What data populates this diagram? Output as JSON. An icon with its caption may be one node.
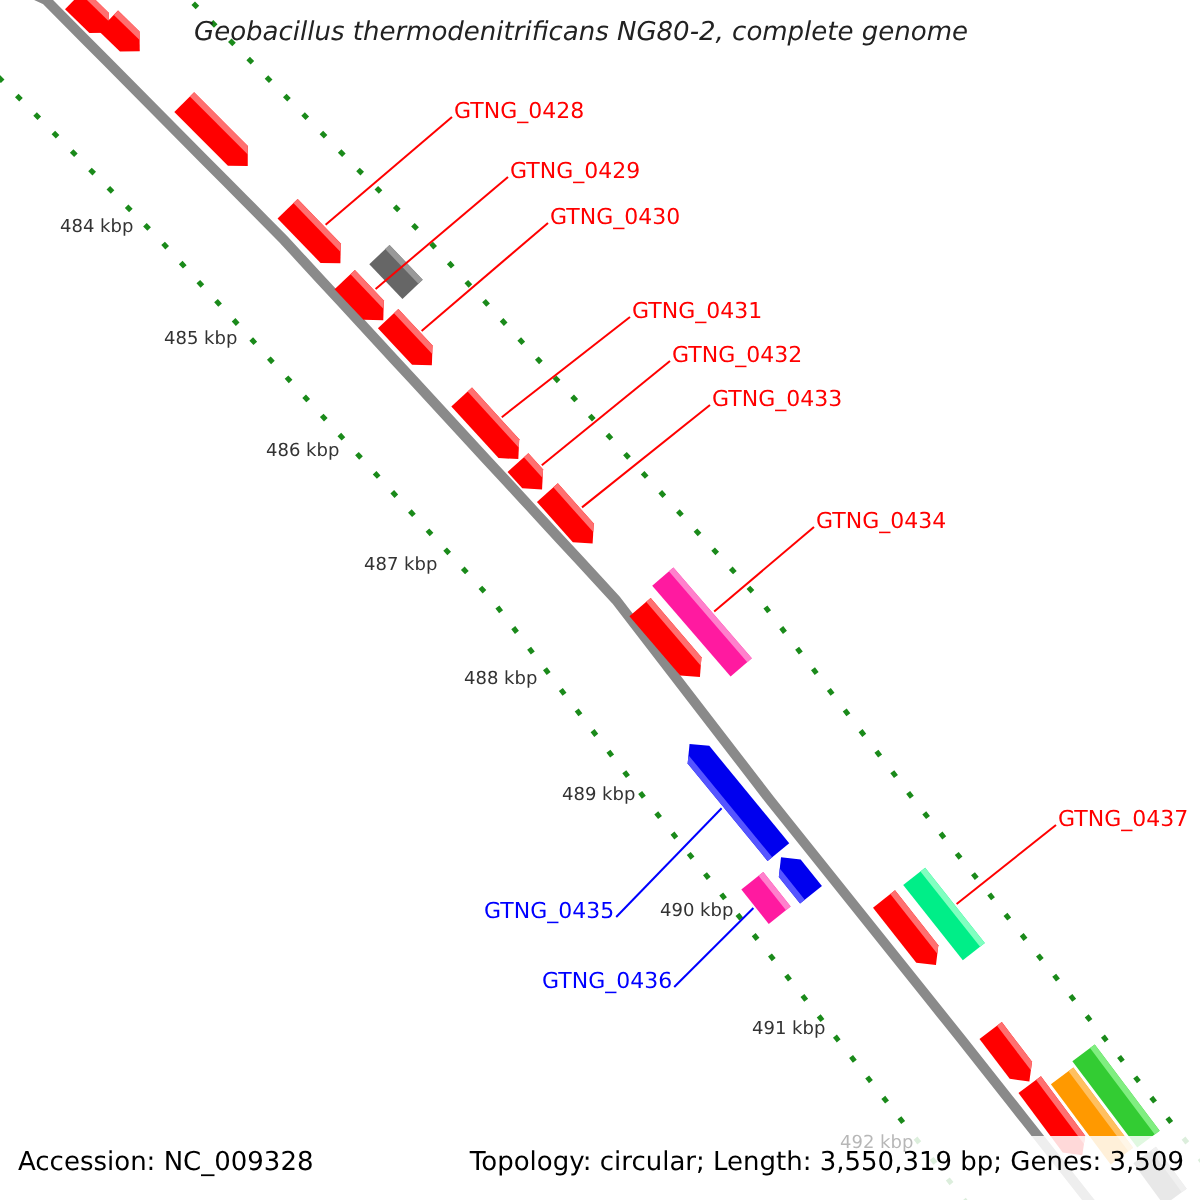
{
  "diagram": {
    "title": "Geobacillus thermodenitrificans NG80-2, complete genome",
    "nodes": [
      {
        "text": [],
        "shape": "arrow"
      },
      {
        "text": [],
        "shape": "arrow"
      },
      {
        "text": [],
        "shape": "arrow"
      },
      {
        "text": [],
        "shape": "arrow"
      },
      {
        "text": [],
        "shape": "box"
      },
      {
        "text": [],
        "shape": "arrow"
      },
      {
        "text": [],
        "shape": "arrow"
      },
      {
        "text": [],
        "shape": "arrow"
      },
      {
        "text": [],
        "shape": "arrow"
      },
      {
        "text": [],
        "shape": "arrow"
      },
      {
        "text": [],
        "shape": "arrow"
      },
      {
        "text": [],
        "shape": "box"
      },
      {
        "text": [],
        "shape": "arrow"
      },
      {
        "text": [],
        "shape": "arrow"
      },
      {
        "text": [],
        "shape": "box"
      },
      {
        "text": [],
        "shape": "arrow"
      },
      {
        "text": [],
        "shape": "box"
      },
      {
        "text": [],
        "shape": "arrow"
      },
      {
        "text": [],
        "shape": "arrow"
      },
      {
        "text": [],
        "shape": "box"
      },
      {
        "text": [],
        "shape": "box"
      },
      {
        "text": [],
        "shape": "box"
      },
      {
        "text": [
          "GTNG_0428"
        ]
      },
      {
        "text": [
          "GTNG_0429"
        ]
      },
      {
        "text": [
          "GTNG_0430"
        ]
      },
      {
        "text": [
          "GTNG_0431"
        ]
      },
      {
        "text": [
          "GTNG_0432"
        ]
      },
      {
        "text": [
          "GTNG_0433"
        ]
      },
      {
        "text": [
          "GTNG_0434"
        ]
      },
      {
        "text": [
          "GTNG_0435"
        ]
      },
      {
        "text": [
          "GTNG_0436"
        ]
      },
      {
        "text": [
          "GTNG_0437"
        ]
      }
    ],
    "edges": [
      {
        "from": 22,
        "to": 3,
        "arrow": "none"
      },
      {
        "from": 23,
        "to": 5,
        "arrow": "none"
      },
      {
        "from": 24,
        "to": 6,
        "arrow": "none"
      },
      {
        "from": 25,
        "to": 7,
        "arrow": "none"
      },
      {
        "from": 26,
        "to": 8,
        "arrow": "none"
      },
      {
        "from": 27,
        "to": 9,
        "arrow": "none"
      },
      {
        "from": 28,
        "to": 11,
        "arrow": "none"
      },
      {
        "from": 29,
        "to": 12,
        "arrow": "none",
        "color": "#0000ff"
      },
      {
        "from": 30,
        "to": 14,
        "arrow": "none",
        "color": "#0000ff"
      },
      {
        "from": 31,
        "to": 16,
        "arrow": "none"
      }
    ],
    "labels": [
      "484 kbp",
      "485 kbp",
      "486 kbp",
      "487 kbp",
      "488 kbp",
      "489 kbp",
      "490 kbp",
      "491 kbp",
      "492 kbp",
      "Accession: NC_009328",
      "Topology: circular; Length: 3,550,319 bp; Genes: 3,509"
    ]
  }
}
